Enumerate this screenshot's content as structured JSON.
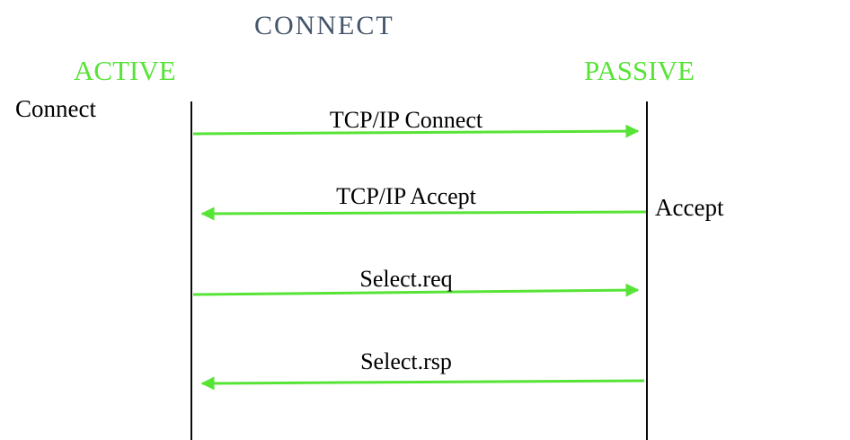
{
  "title": "CONNECT",
  "actors": {
    "active": "ACTIVE",
    "passive": "PASSIVE"
  },
  "annotations": {
    "left": "Connect",
    "right": "Accept"
  },
  "messages": [
    {
      "label": "TCP/IP Connect",
      "direction": "right",
      "from": "ACTIVE",
      "to": "PASSIVE"
    },
    {
      "label": "TCP/IP Accept",
      "direction": "left",
      "from": "PASSIVE",
      "to": "ACTIVE"
    },
    {
      "label": "Select.req",
      "direction": "right",
      "from": "ACTIVE",
      "to": "PASSIVE"
    },
    {
      "label": "Select.rsp",
      "direction": "left",
      "from": "PASSIVE",
      "to": "ACTIVE"
    }
  ],
  "colors": {
    "accent_green": "#57E437",
    "title_blue": "#44546A",
    "lifeline_black": "#0b0b0b",
    "text_black": "#000000"
  }
}
